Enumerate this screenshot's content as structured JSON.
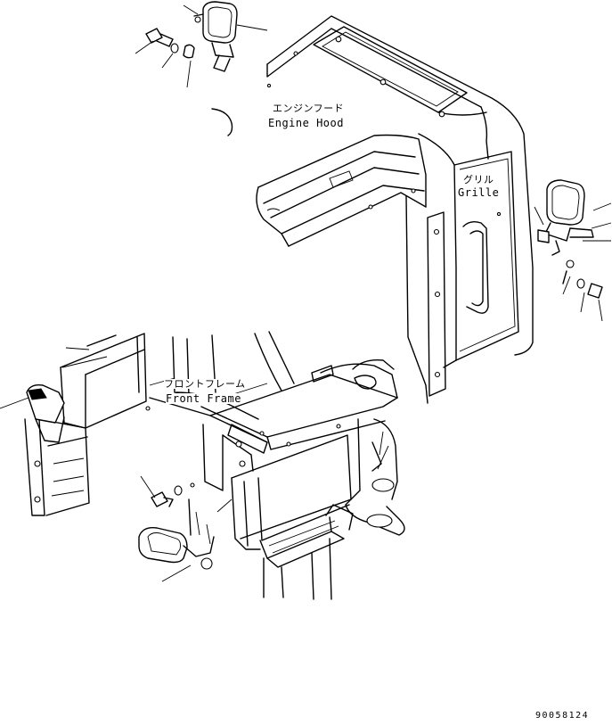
{
  "labels": {
    "engine_hood_jp": "エンジンフード",
    "engine_hood_en": "Engine Hood",
    "grille_jp": "グリル",
    "grille_en": "Grille",
    "front_frame_jp": "フロントフレーム",
    "front_frame_en": "Front Frame"
  },
  "drawing_code": "90058124",
  "colors": {
    "line": "#000000",
    "background": "#ffffff"
  }
}
